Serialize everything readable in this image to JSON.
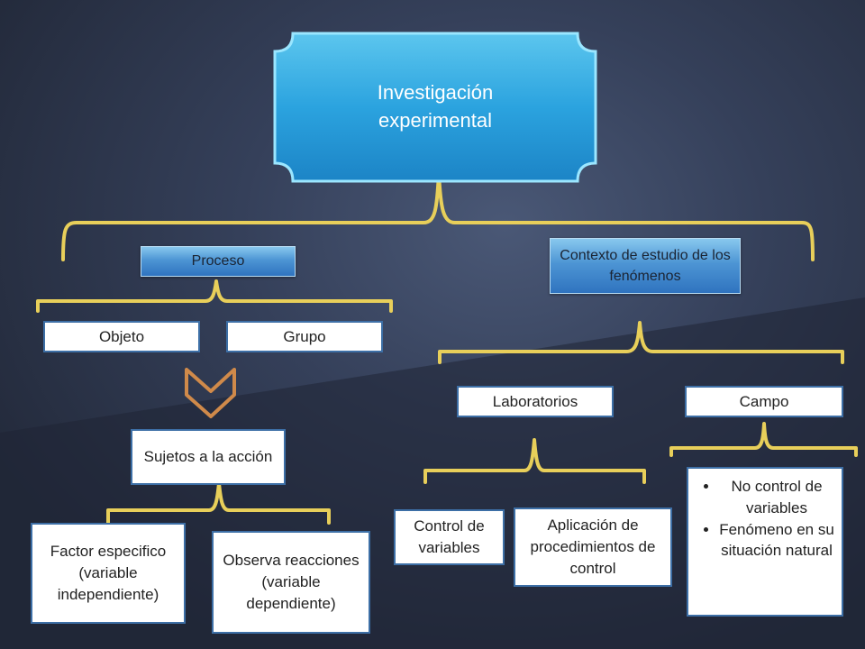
{
  "root": {
    "label": "Investigación\nexperimental"
  },
  "proceso": {
    "label": "Proceso"
  },
  "contexto": {
    "label": "Contexto de estudio de los fenómenos"
  },
  "objeto": {
    "label": "Objeto"
  },
  "grupo": {
    "label": "Grupo"
  },
  "sujetos": {
    "label": "Sujetos a la acción"
  },
  "factor": {
    "label": "Factor especifico (variable independiente)"
  },
  "observa": {
    "label": "Observa reacciones (variable dependiente)"
  },
  "laboratorios": {
    "label": "Laboratorios"
  },
  "campo": {
    "label": "Campo"
  },
  "control": {
    "label": "Control de variables"
  },
  "aplicacion": {
    "label": "Aplicación de procedimientos de control"
  },
  "campo_bullets": [
    "No control de variables",
    "Fenómeno en su situación natural"
  ],
  "colors": {
    "bracket": "#e8cf5a",
    "chevron": "#d08a4a",
    "blue_node": "#4d95d4",
    "root_border": "#8fe0ff",
    "box_border": "#3d6fa6"
  }
}
